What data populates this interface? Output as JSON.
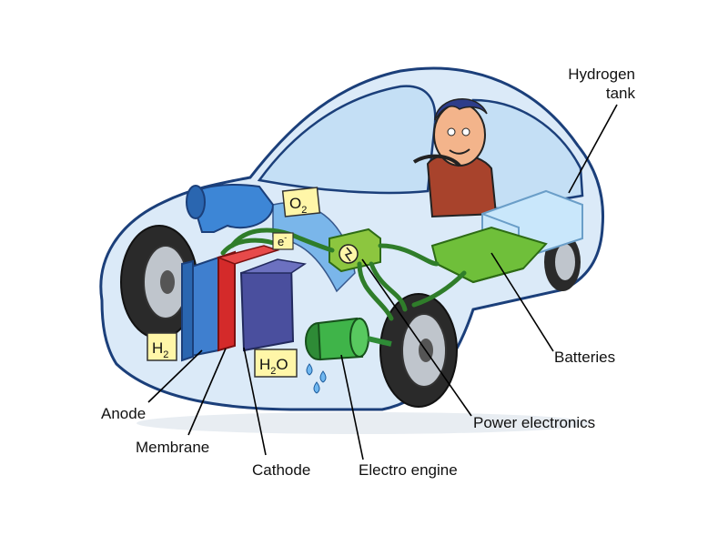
{
  "labels": {
    "hydrogen_tank_line1": "Hydrogen",
    "hydrogen_tank_line2": "tank",
    "batteries": "Batteries",
    "power_electronics": "Power electronics",
    "electro_engine": "Electro engine",
    "cathode": "Cathode",
    "membrane": "Membrane",
    "anode": "Anode"
  },
  "tags": {
    "o2": "O",
    "o2_sub": "2",
    "h2": "H",
    "h2_sub": "2",
    "h2o_h": "H",
    "h2o_sub": "2",
    "h2o_o": "O",
    "electron": "e",
    "electron_sup": "-"
  },
  "colors": {
    "car_body": "#d6e8f7",
    "car_outline": "#1b3f7a",
    "cathode": "#4a4f9e",
    "membrane": "#d42a2a",
    "anode": "#3f7fcf",
    "engine": "#3fb449",
    "battery": "#6fbf3a",
    "power_unit": "#8cc63f",
    "tag_fill": "#fff6a8",
    "tire": "#2a2a2a"
  }
}
